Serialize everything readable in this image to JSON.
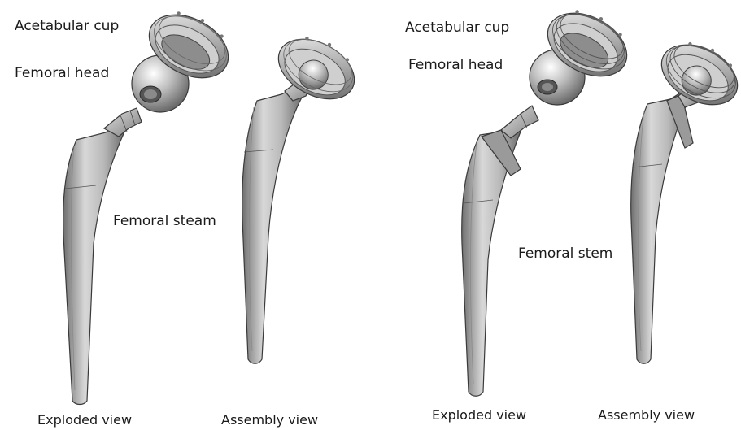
{
  "panels": [
    {
      "design": "standard-neck",
      "labels": {
        "acetabular_cup": "Acetabular cup",
        "femoral_head": "Femoral head",
        "femoral_stem": "Femoral steam"
      },
      "captions": {
        "exploded": "Exploded view",
        "assembly": "Assembly view"
      }
    },
    {
      "design": "collared-neck",
      "labels": {
        "acetabular_cup": "Acetabular cup",
        "femoral_head": "Femoral head",
        "femoral_stem": "Femoral stem"
      },
      "captions": {
        "exploded": "Exploded view",
        "assembly": "Assembly view"
      }
    }
  ],
  "colors": {
    "metal_light": "#d9d9d9",
    "metal_mid": "#a8a8a8",
    "metal_dark": "#5a5a5a",
    "outline": "#3a3a3a",
    "background": "#ffffff"
  }
}
